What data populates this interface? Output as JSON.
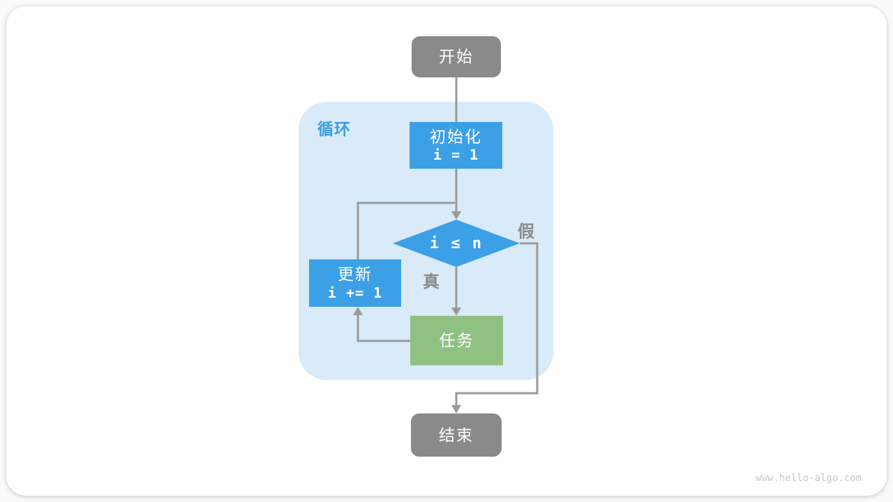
{
  "watermark": "www.hello-algo.com",
  "diagram": {
    "start": "开始",
    "loop_label": "循环",
    "init_title": "初始化",
    "init_code": "i = 1",
    "condition": "i ≤ n",
    "true_label": "真",
    "false_label": "假",
    "task": "任务",
    "update_title": "更新",
    "update_code": "i += 1",
    "end": "结束"
  },
  "colors": {
    "node_blue": "#3CA0E6",
    "node_green": "#8FC183",
    "node_gray": "#8A8A8A",
    "loop_container_bg": "#D9EAF8",
    "connector_gray": "#9A9A9A",
    "loop_label_blue": "#3A9EE4",
    "branch_label_gray": "#8C8C8C",
    "watermark_gray": "#C8C8C8"
  }
}
